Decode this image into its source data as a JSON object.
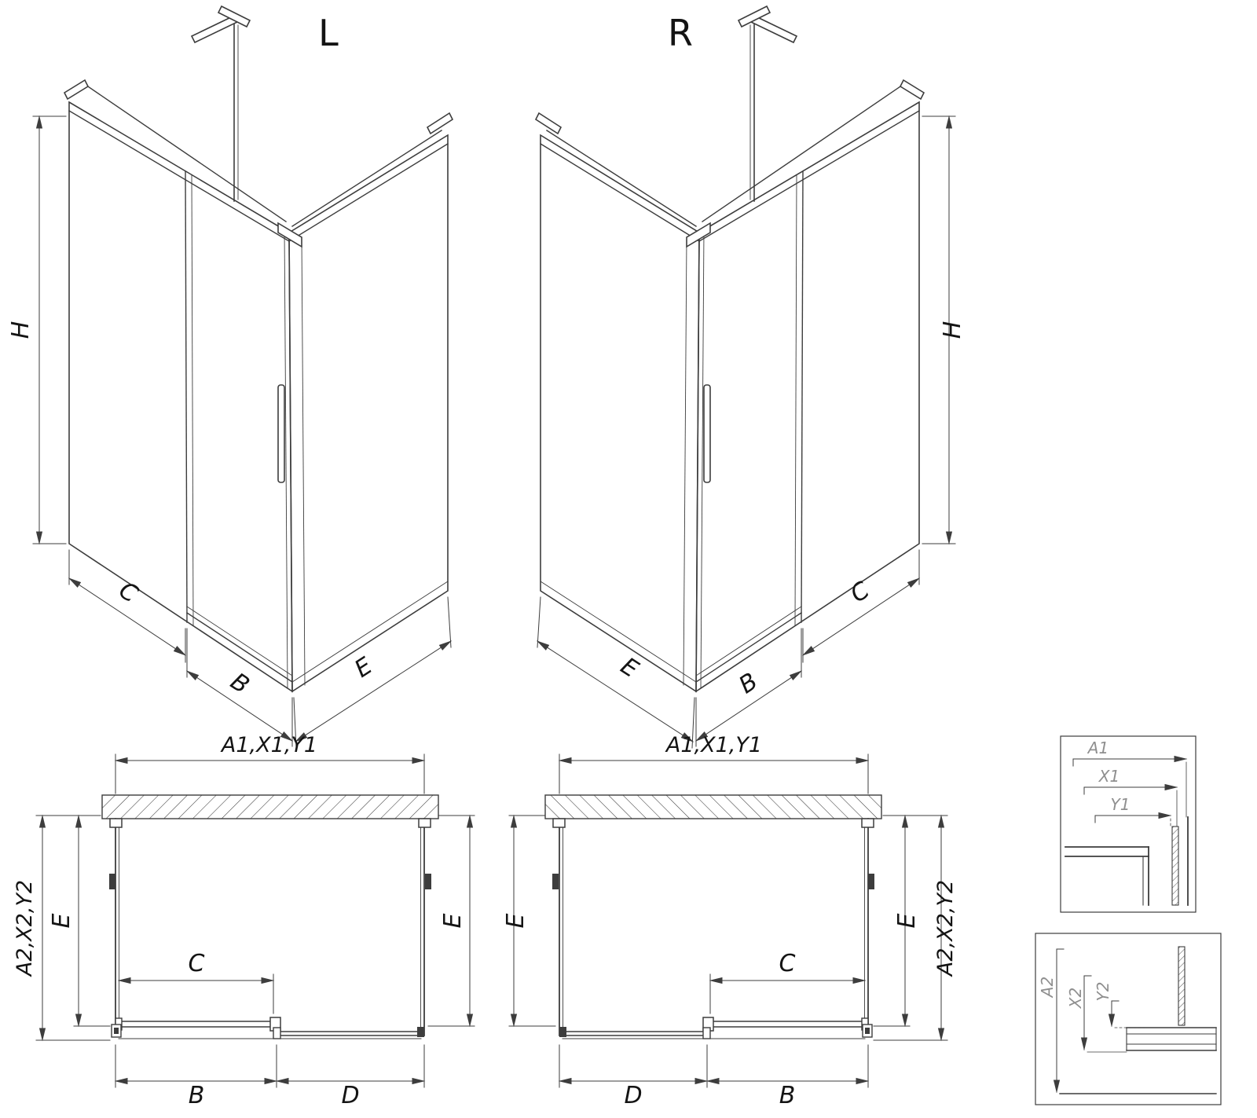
{
  "colors": {
    "line": "#3d3d3d",
    "background": "#ffffff",
    "muted_label": "#8f8f8f"
  },
  "iso_left": {
    "title": "L",
    "dim_h": "H",
    "dim_c": "C",
    "dim_b": "B",
    "dim_e": "E"
  },
  "iso_right": {
    "title": "R",
    "dim_h": "H",
    "dim_c": "C",
    "dim_b": "B",
    "dim_e": "E"
  },
  "plan_left": {
    "dim_width": "A1,X1,Y1",
    "dim_side": "A2,X2,Y2",
    "dim_depth_left": "E",
    "dim_depth_right": "E",
    "dim_opening": "C",
    "dim_door": "B",
    "dim_fixed": "D"
  },
  "plan_right": {
    "dim_width": "A1,X1,Y1",
    "dim_side": "A2,X2,Y2",
    "dim_depth_left": "E",
    "dim_depth_right": "E",
    "dim_opening": "C",
    "dim_door": "B",
    "dim_fixed": "D"
  },
  "detail_top": {
    "dim_a1": "A1",
    "dim_x1": "X1",
    "dim_y1": "Y1"
  },
  "detail_bottom": {
    "dim_a2": "A2",
    "dim_x2": "X2",
    "dim_y2": "Y2"
  }
}
